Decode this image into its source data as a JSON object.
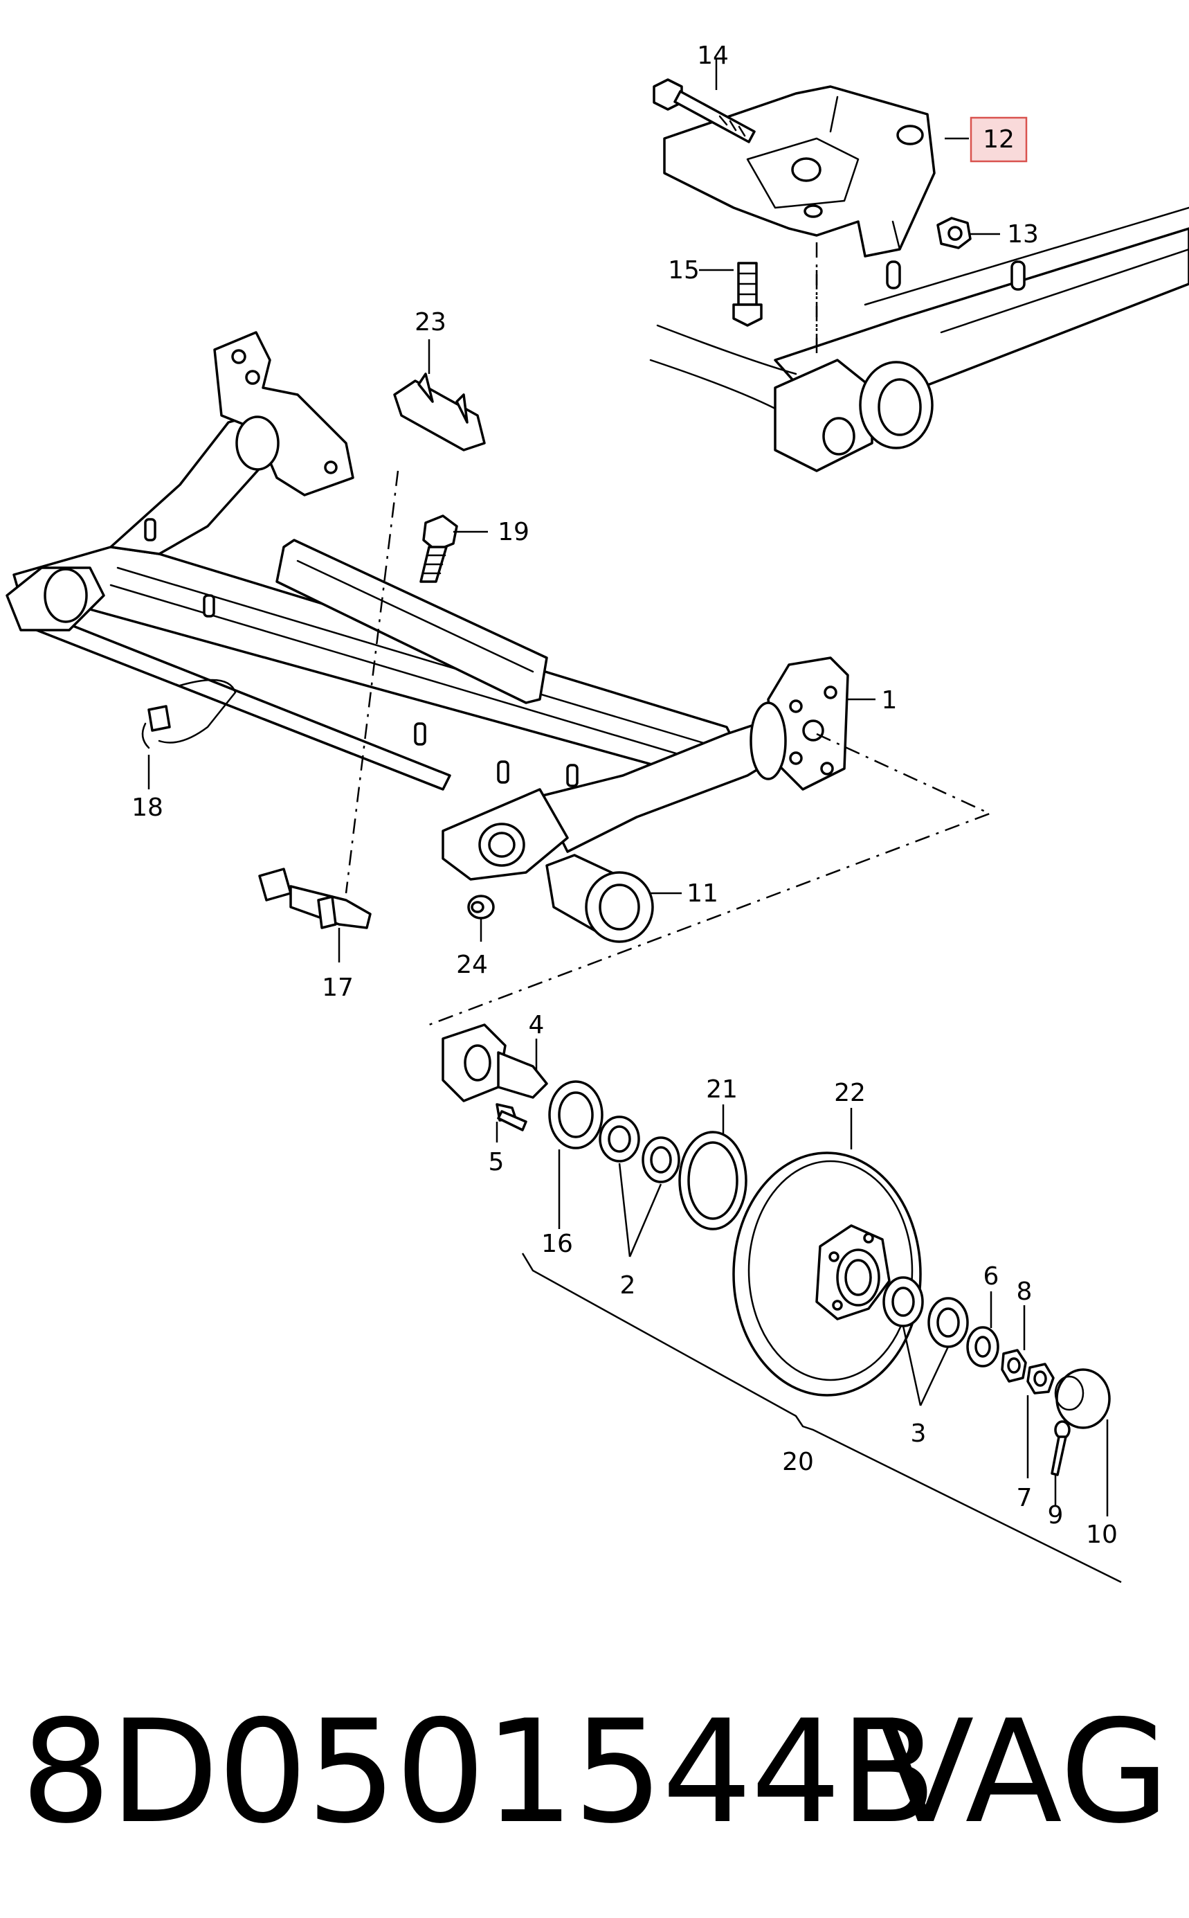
{
  "diagram": {
    "callouts": [
      {
        "id": "1",
        "label": "1"
      },
      {
        "id": "2",
        "label": "2"
      },
      {
        "id": "3",
        "label": "3"
      },
      {
        "id": "4",
        "label": "4"
      },
      {
        "id": "5",
        "label": "5"
      },
      {
        "id": "6",
        "label": "6"
      },
      {
        "id": "7",
        "label": "7"
      },
      {
        "id": "8",
        "label": "8"
      },
      {
        "id": "9",
        "label": "9"
      },
      {
        "id": "10",
        "label": "10"
      },
      {
        "id": "11",
        "label": "11"
      },
      {
        "id": "12",
        "label": "12"
      },
      {
        "id": "13",
        "label": "13"
      },
      {
        "id": "14",
        "label": "14"
      },
      {
        "id": "15",
        "label": "15"
      },
      {
        "id": "16",
        "label": "16"
      },
      {
        "id": "17",
        "label": "17"
      },
      {
        "id": "18",
        "label": "18"
      },
      {
        "id": "19",
        "label": "19"
      },
      {
        "id": "20",
        "label": "20"
      },
      {
        "id": "21",
        "label": "21"
      },
      {
        "id": "22",
        "label": "22"
      },
      {
        "id": "23",
        "label": "23"
      },
      {
        "id": "24",
        "label": "24"
      }
    ],
    "highlighted_callout": "12",
    "highlight_color": "#f9dada",
    "highlight_border_color": "#d9534f"
  },
  "footer": {
    "part_number": "8D0501544B",
    "brand": "VAG"
  }
}
